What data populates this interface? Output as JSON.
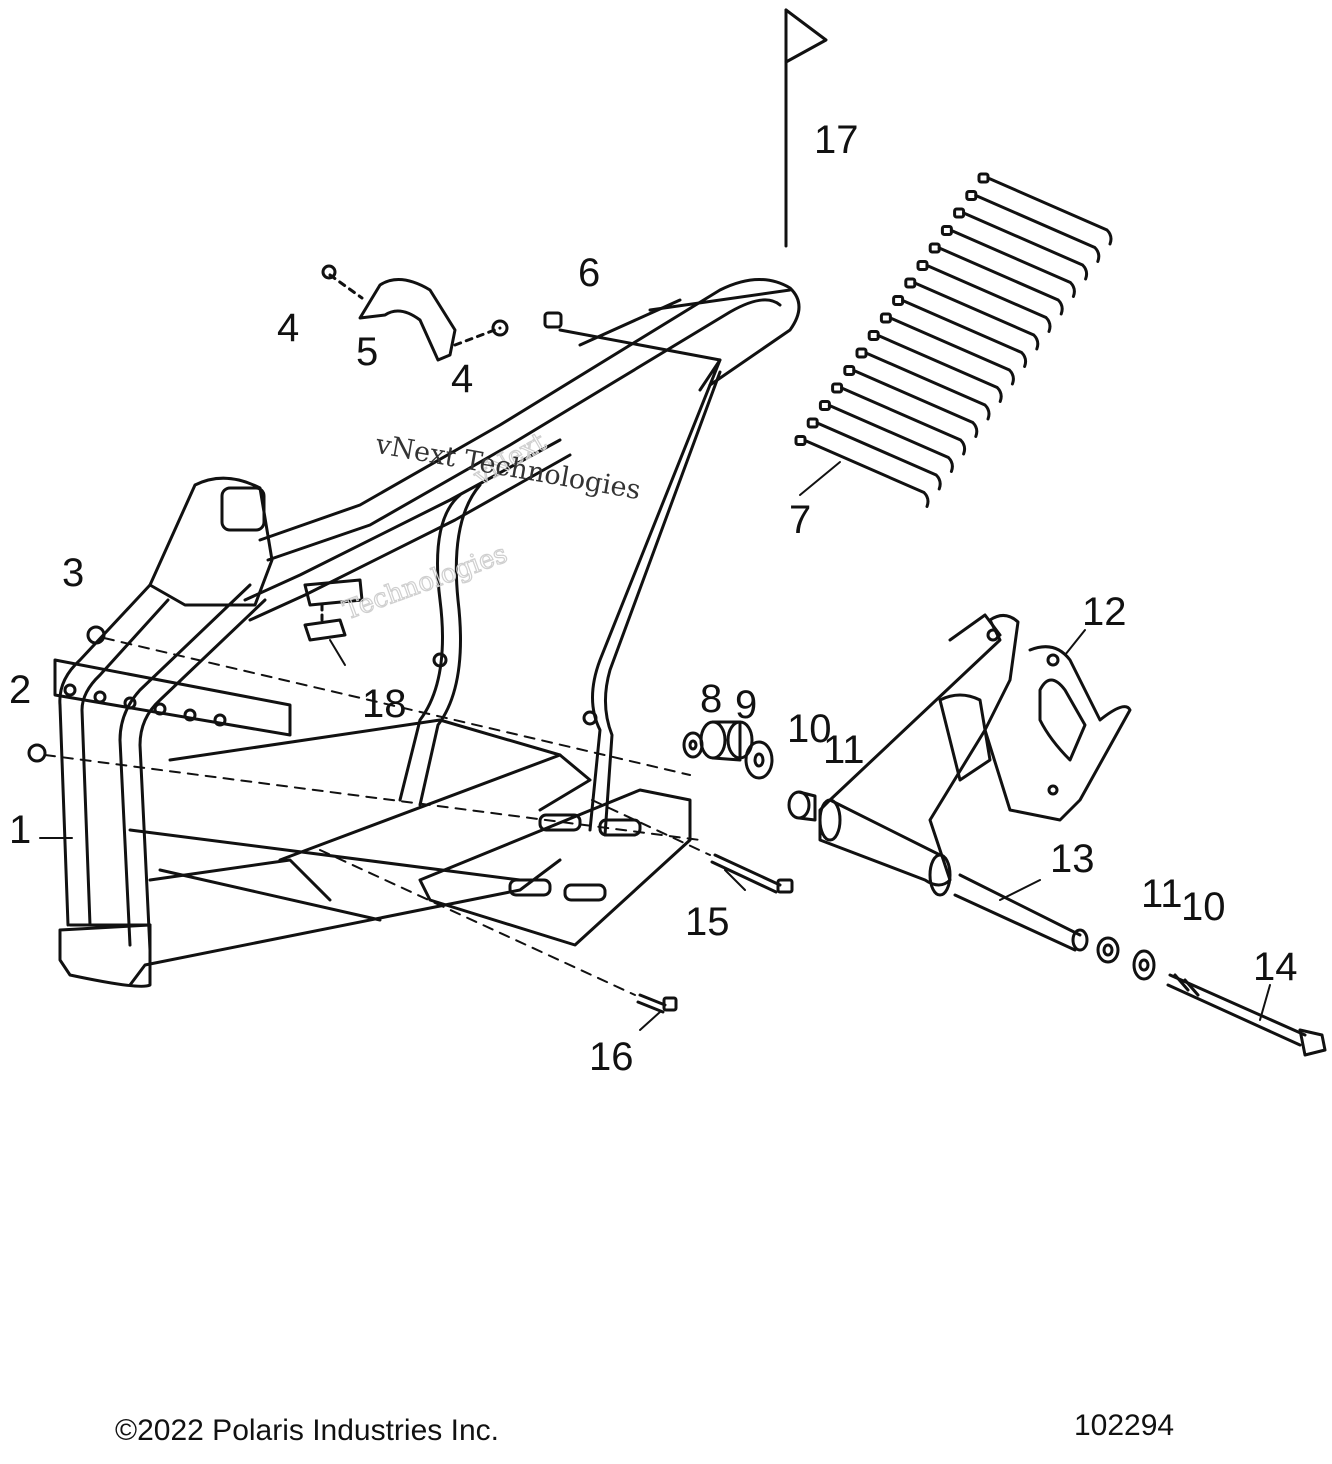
{
  "callouts": [
    "1",
    "2",
    "3",
    "4",
    "4",
    "5",
    "6",
    "7",
    "8",
    "9",
    "10",
    "11",
    "12",
    "13",
    "11",
    "10",
    "14",
    "15",
    "16",
    "17",
    "18"
  ],
  "watermark": {
    "line1": "vNext Technologies",
    "line2": "vNext",
    "line3": "Technologies"
  },
  "footer": {
    "copyright": "©2022 Polaris Industries Inc.",
    "diagram_number": "102294"
  }
}
